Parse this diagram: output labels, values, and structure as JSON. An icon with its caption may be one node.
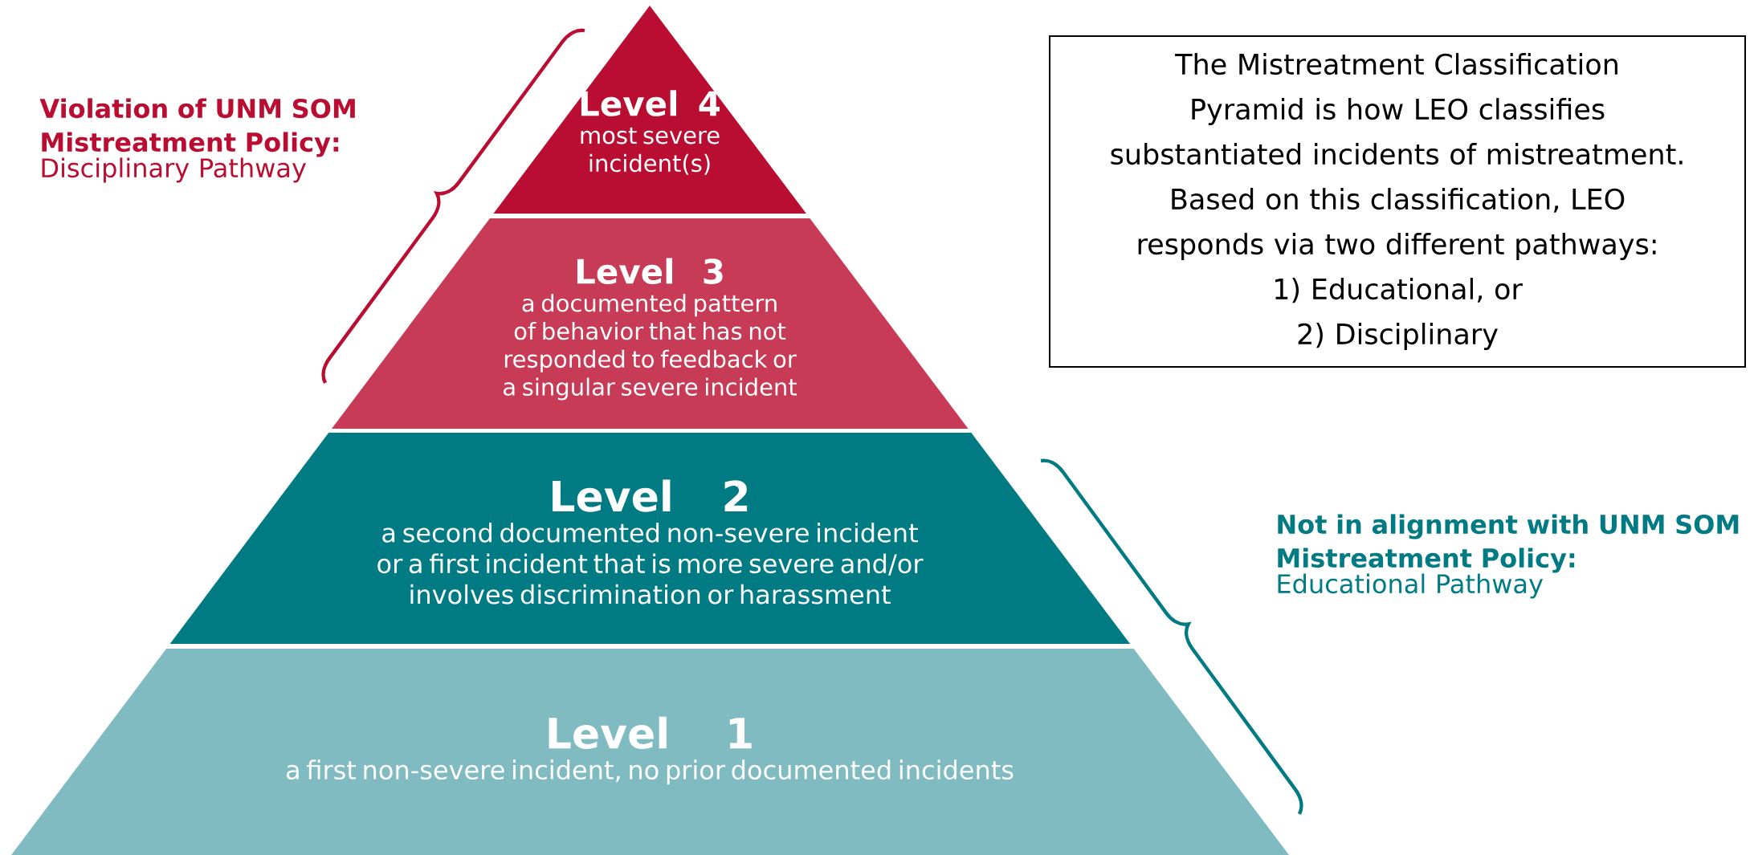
{
  "diagram": {
    "nodes": [
      {
        "text": [
          "Level 4",
          "most severe incident(s)"
        ]
      },
      {
        "text": [
          "Level 3",
          "a documented pattern of behavior that has not responded to feedback or a singular severe incident"
        ]
      },
      {
        "text": [
          "Level 2",
          "a second documented non-severe incident or a first incident that is more severe and/or involves discrimination or harassment"
        ]
      },
      {
        "text": [
          "Level 1",
          "a first non-severe incident, no prior documented incidents"
        ]
      },
      {
        "text": [
          "The Mistreatment Classification Pyramid is how LEO classifies substantiated incidents of mistreatment.",
          "Based on this classification, LEO responds via two different pathways:",
          "1) Educational, or",
          "2) Disciplinary"
        ]
      }
    ],
    "labels": [
      "Violation of UNM SOM Mistreatment Policy:",
      "Disciplinary Pathway",
      "Not in alignment with UNM SOM Mistreatment Policy:",
      "Educational Pathway"
    ]
  }
}
